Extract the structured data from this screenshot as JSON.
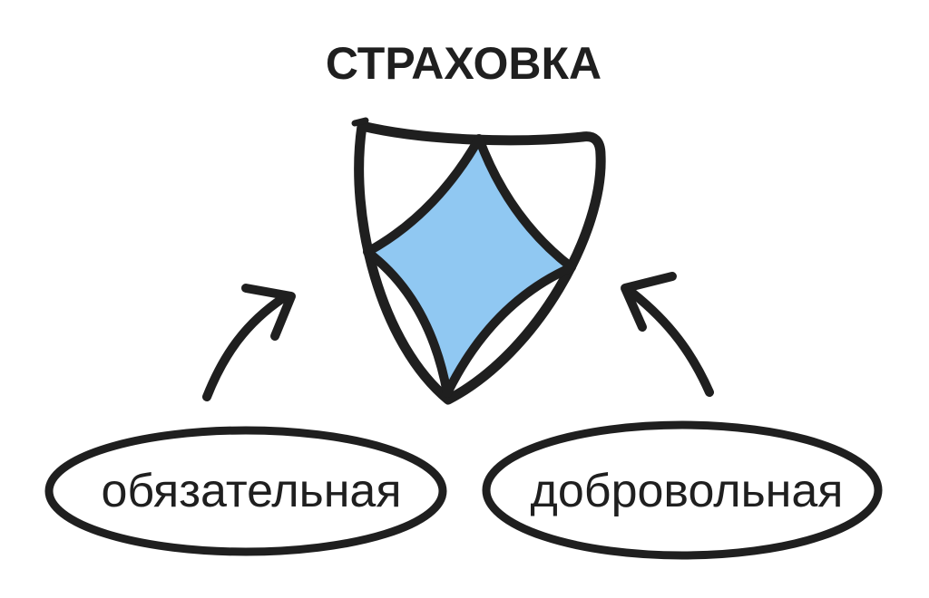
{
  "title": "СТРАХОВКА",
  "diagram": {
    "center_icon": "shield-icon",
    "nodes": [
      {
        "id": "mandatory",
        "label": "обязательная"
      },
      {
        "id": "voluntary",
        "label": "добровольная"
      }
    ],
    "edges": [
      {
        "from": "mandatory",
        "to": "shield",
        "style": "curved-arrow"
      },
      {
        "from": "voluntary",
        "to": "shield",
        "style": "curved-arrow"
      }
    ]
  },
  "colors": {
    "ink": "#1f1f1f",
    "shield_fill": "#90c8f2",
    "background": "#ffffff"
  }
}
